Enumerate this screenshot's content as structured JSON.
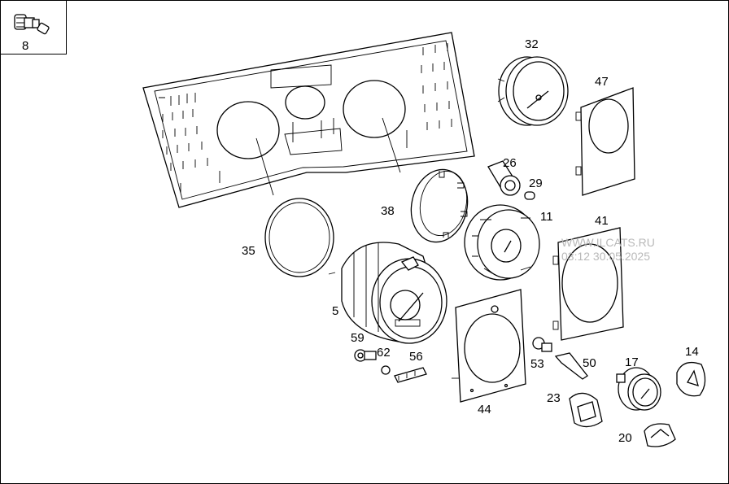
{
  "callouts": {
    "p8": "8",
    "p32": "32",
    "p47": "47",
    "p26": "26",
    "p29": "29",
    "p38": "38",
    "p11": "11",
    "p41": "41",
    "p35": "35",
    "p5": "5",
    "p59": "59",
    "p62": "62",
    "p56": "56",
    "p53": "53",
    "p50": "50",
    "p17": "17",
    "p14": "14",
    "p23": "23",
    "p20": "20",
    "p44": "44"
  },
  "watermark": {
    "site": "WWW.ILCATS.RU",
    "timestamp": "03:12 30.05.2025"
  }
}
